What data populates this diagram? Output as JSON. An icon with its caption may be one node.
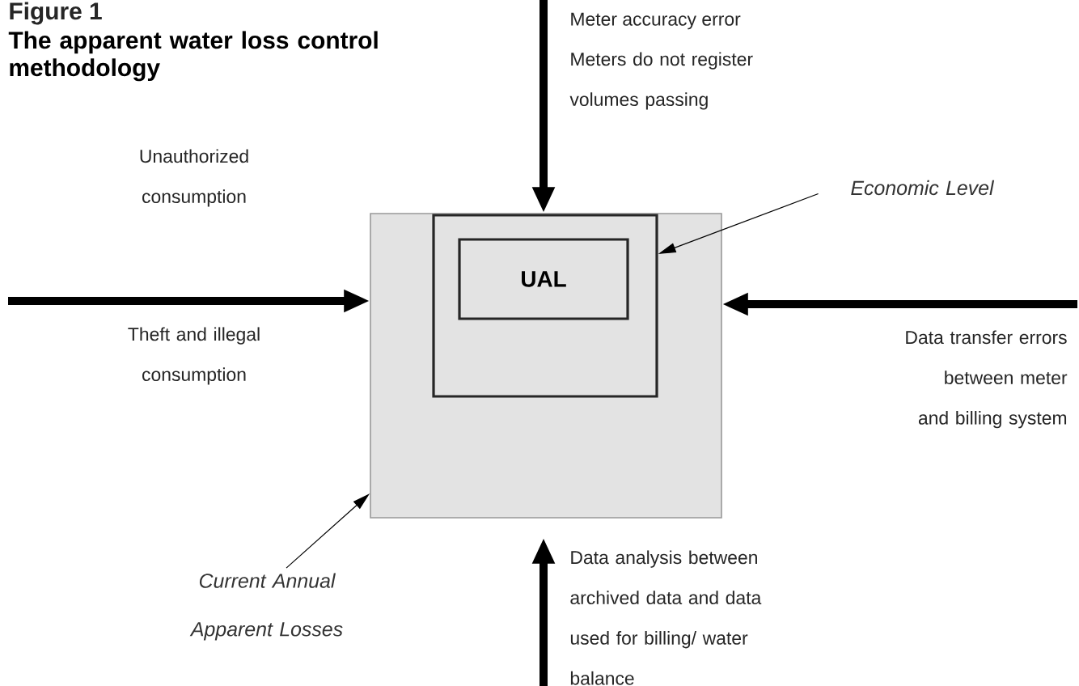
{
  "diagram": {
    "title": "The apparent water loss control methodology",
    "nodes": [
      {
        "text": [],
        "shape": "box"
      },
      {
        "text": [],
        "shape": "box",
        "in": 0
      },
      {
        "text": [
          "UAL"
        ],
        "in": 1
      },
      {
        "text": [
          "Economic Level"
        ]
      },
      {
        "text": [
          "Current Annual Apparent Losses"
        ]
      }
    ],
    "edges": [
      {
        "from": null,
        "to": 0,
        "arrow": "to"
      },
      {
        "from": null,
        "to": 0,
        "arrow": "to"
      },
      {
        "from": null,
        "to": 0,
        "arrow": "to"
      },
      {
        "from": null,
        "to": 0,
        "arrow": "to"
      },
      {
        "from": 3,
        "to": 1,
        "arrow": "to"
      },
      {
        "from": 4,
        "to": 0,
        "arrow": "to"
      }
    ],
    "labels": [
      "Figure 1",
      "Meter accuracy error",
      "Meters do not register volumes passing",
      "Unauthorized consumption",
      "Theft and illegal consumption",
      "Data transfer errors between meter and billing system",
      "Data analysis between archived data and data used for billing/ water balance"
    ]
  }
}
